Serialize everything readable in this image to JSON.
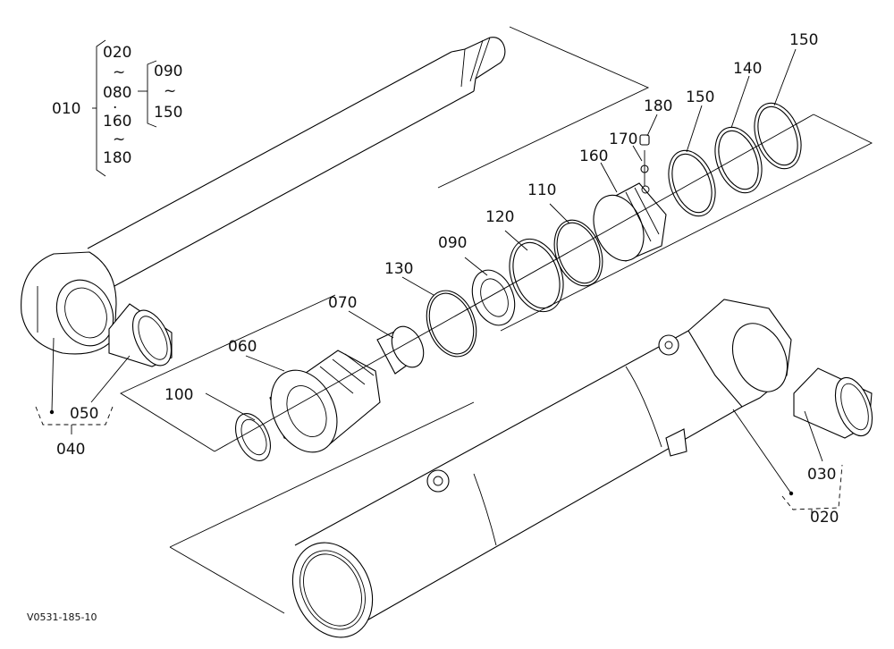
{
  "callouts": {
    "c010": "010",
    "c020a": "020",
    "c080": "080",
    "c160": "160",
    "c180a": "180",
    "c090a": "090",
    "c150a": "150",
    "tilde1": "~",
    "tilde2": "~",
    "tilde3": "~",
    "dot": "·",
    "c180b": "180",
    "c170": "170",
    "c160b": "160",
    "c150b": "150",
    "c140": "140",
    "c150c": "150",
    "c110": "110",
    "c120": "120",
    "c090b": "090",
    "c130": "130",
    "c070": "070",
    "c060": "060",
    "c100": "100",
    "c050": "050",
    "c040": "040",
    "c030": "030",
    "c020b": "020"
  },
  "reference": "V0531-185-10"
}
